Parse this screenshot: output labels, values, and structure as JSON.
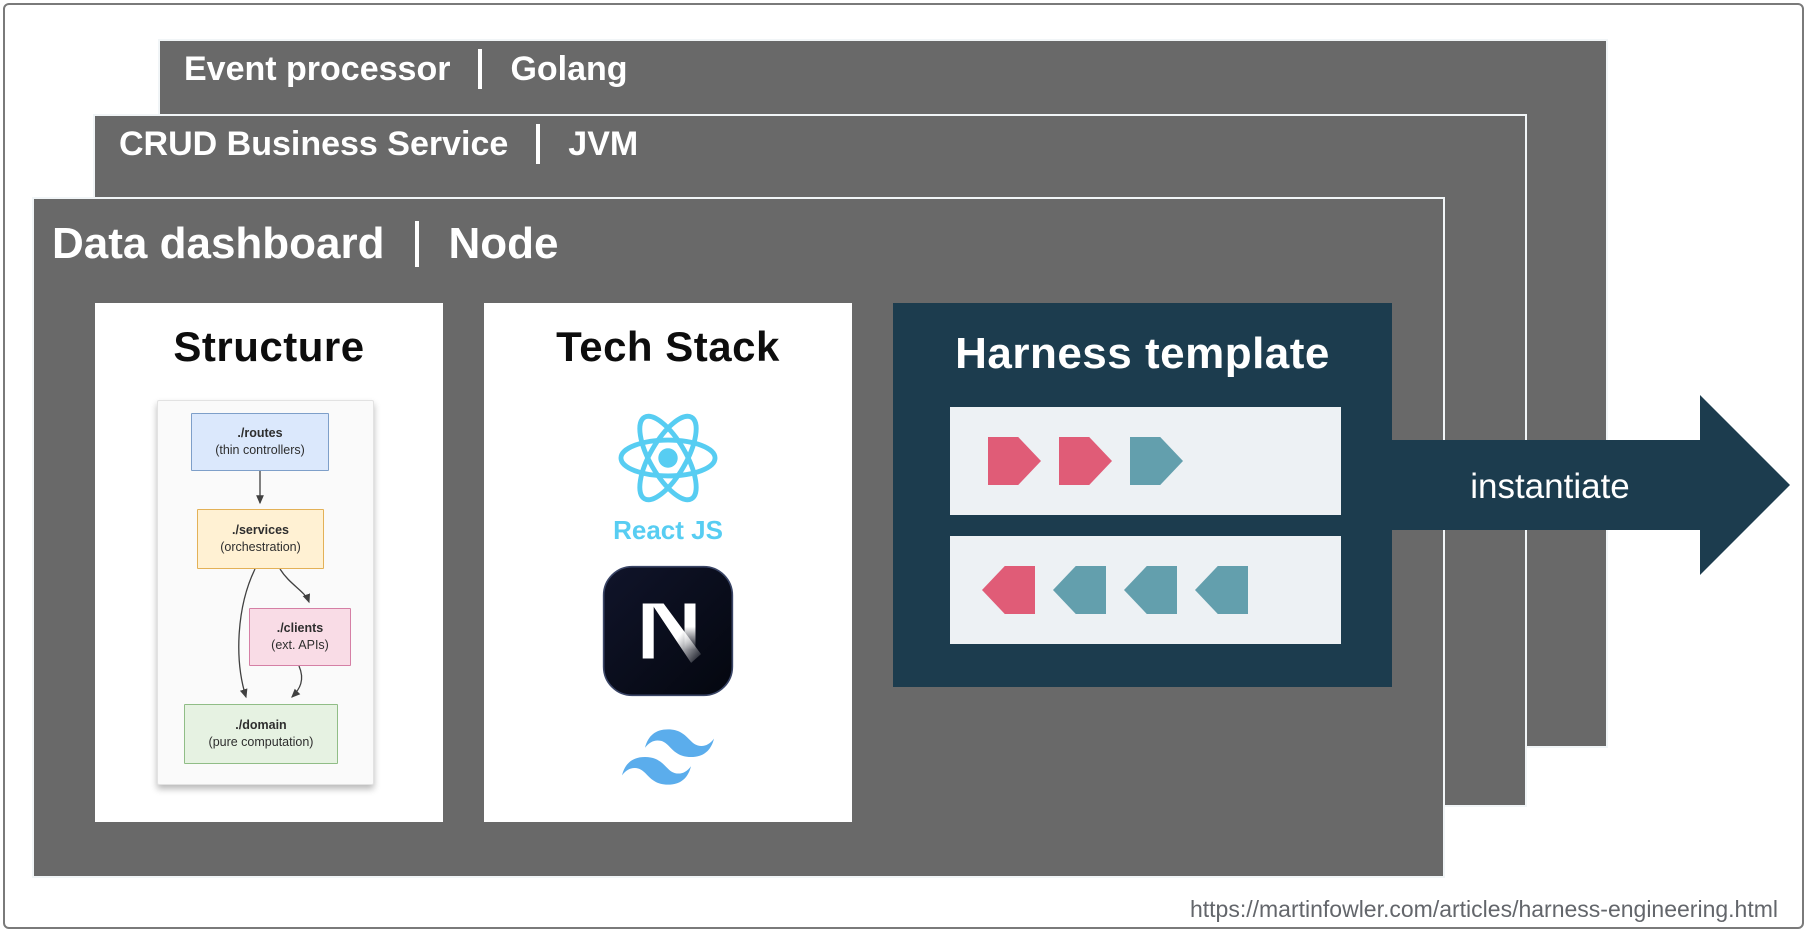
{
  "stack": {
    "cards": [
      {
        "name": "Event processor",
        "tech": "Golang"
      },
      {
        "name": "CRUD Business Service",
        "tech": "JVM"
      },
      {
        "name": "Data dashboard",
        "tech": "Node"
      }
    ]
  },
  "panels": {
    "structure": {
      "title": "Structure",
      "nodes": [
        {
          "label": "./routes",
          "sub": "(thin controllers)"
        },
        {
          "label": "./services",
          "sub": "(orchestration)"
        },
        {
          "label": "./clients",
          "sub": "(ext. APIs)"
        },
        {
          "label": "./domain",
          "sub": "(pure computation)"
        }
      ]
    },
    "tech_stack": {
      "title": "Tech Stack",
      "react_label": "React JS",
      "icons": [
        "react-atom-logo",
        "nextjs-n-logo",
        "tailwind-waves-logo"
      ]
    },
    "harness": {
      "title": "Harness template",
      "rows": [
        {
          "direction": "right",
          "chevrons": [
            "pink",
            "pink",
            "teal"
          ]
        },
        {
          "direction": "left",
          "chevrons": [
            "pink",
            "teal",
            "teal",
            "teal"
          ]
        }
      ]
    }
  },
  "arrow": {
    "label": "instantiate"
  },
  "footer": {
    "url": "https://martinfowler.com/articles/harness-engineering.html"
  },
  "colors": {
    "card_gray": "#696969",
    "panel_teal": "#1C3C4E",
    "chevron_pink": "#E05C77",
    "chevron_teal": "#639FAD",
    "row_bg": "#EDF1F4",
    "react_blue": "#57CDF2",
    "tailwind_blue": "#5BADEC",
    "frame_gray": "#7A7A7A",
    "url_gray": "#63666B"
  }
}
